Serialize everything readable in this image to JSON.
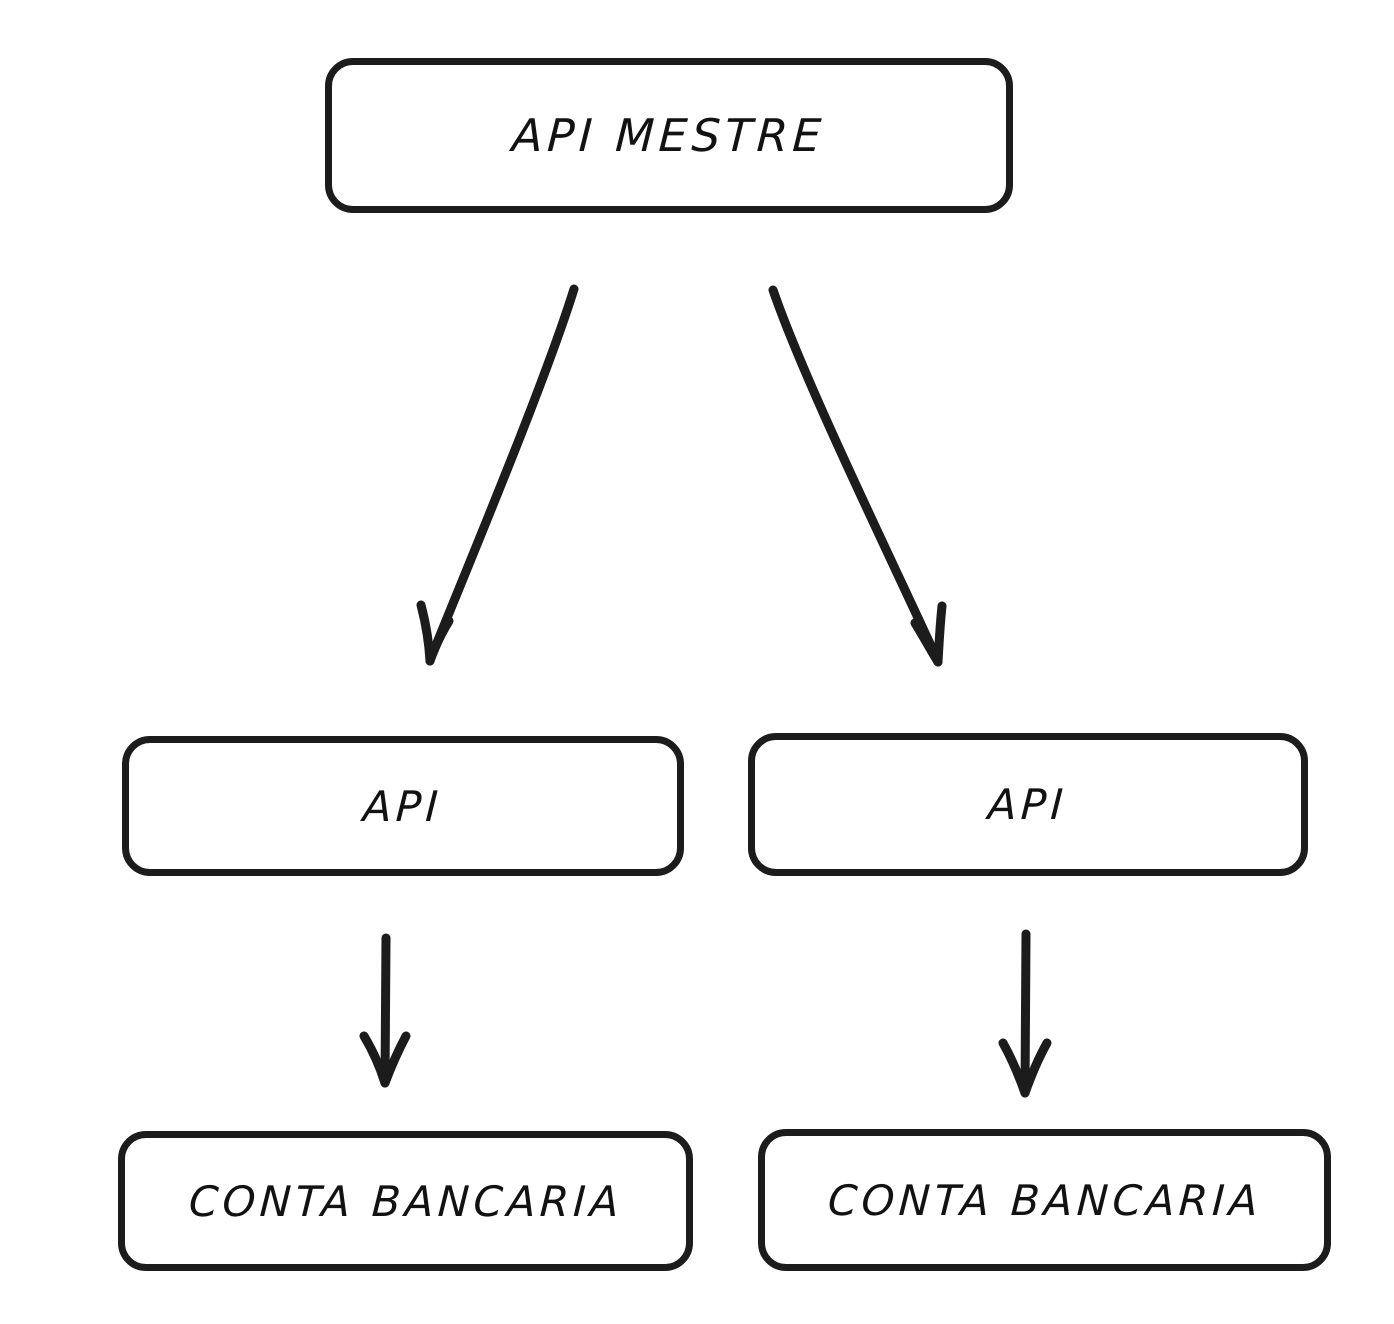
{
  "diagram": {
    "title": "API Mestre hierarchy",
    "background_color": "#ffffff",
    "stroke_color": "#1c1c1c",
    "text_color": "#121212",
    "style": "hand-drawn",
    "nodes": [
      {
        "id": "api-mestre",
        "label": "API MESTRE",
        "level": 0
      },
      {
        "id": "api-left",
        "label": "API",
        "level": 1
      },
      {
        "id": "api-right",
        "label": "API",
        "level": 1
      },
      {
        "id": "conta-left",
        "label": "CONTA BANCARIA",
        "level": 2
      },
      {
        "id": "conta-right",
        "label": "CONTA BANCARIA",
        "level": 2
      }
    ],
    "edges": [
      {
        "id": "edge-mestre-to-api-left",
        "from": "api-mestre",
        "to": "api-left",
        "kind": "arrow-diagonal"
      },
      {
        "id": "edge-mestre-to-api-right",
        "from": "api-mestre",
        "to": "api-right",
        "kind": "arrow-diagonal"
      },
      {
        "id": "edge-api-left-to-conta-left",
        "from": "api-left",
        "to": "conta-left",
        "kind": "arrow-vertical"
      },
      {
        "id": "edge-api-right-to-conta-right",
        "from": "api-right",
        "to": "conta-right",
        "kind": "arrow-vertical"
      }
    ]
  }
}
